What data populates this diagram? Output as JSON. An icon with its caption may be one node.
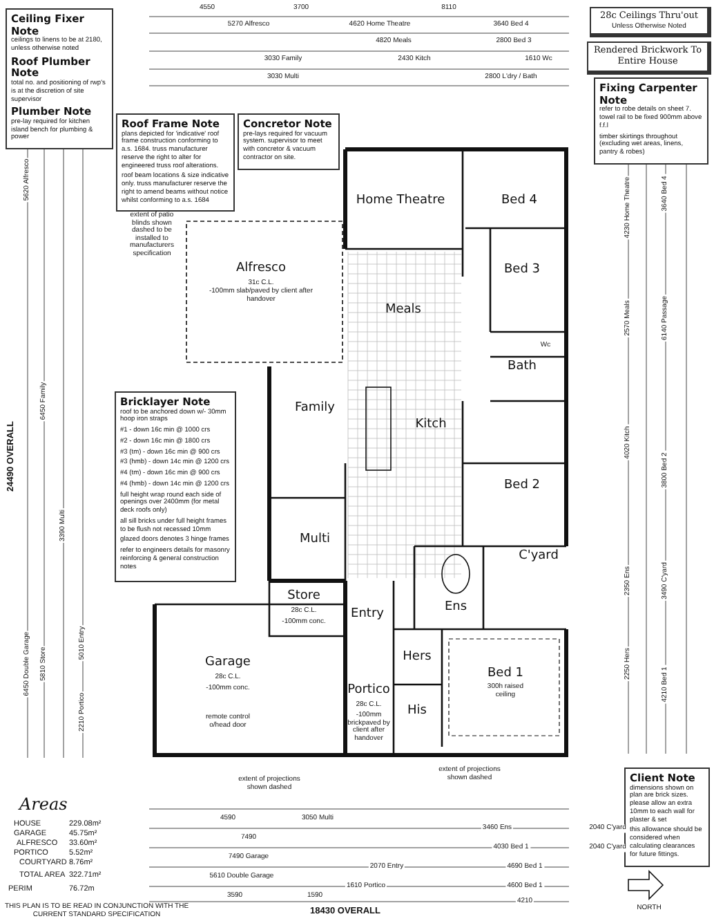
{
  "diagram": {
    "nodes": [
      {
        "text": [
          "Ceiling Fixer Note",
          "ceilings to linens to be at 2180, unless otherwise noted",
          "Roof Plumber Note",
          "total no. and positioning of rwp's is at the discretion of site supervisor",
          "Plumber Note",
          "pre-lay required for kitchen island bench for plumbing & power"
        ]
      },
      {
        "text": [
          "Roof Frame Note",
          "plans depicted for 'indicative' roof frame construction conforming to a.s. 1684. truss manufacturer reserve the right to alter for engineered truss roof alterations.",
          "roof beam locations & size indicative only. truss manufacturer reserve the right to amend beams without notice whilst conforming to a.s. 1684"
        ]
      },
      {
        "text": [
          "Concretor Note",
          "pre-lays required for vacuum system. supervisor to meet with concretor & vacuum contractor on site."
        ]
      },
      {
        "text": [
          "28c Ceilings Thru'out",
          "Unless Otherwise Noted"
        ]
      },
      {
        "text": [
          "Rendered Brickwork To Entire House"
        ]
      },
      {
        "text": [
          "Fixing Carpenter Note",
          "refer to robe details on sheet 7. towel rail to be fixed 900mm above f.f.l",
          "timber skirtings throughout (excluding wet areas, linens, pantry & robes)"
        ]
      },
      {
        "text": [
          "Bricklayer Note",
          "roof to be anchored down w/- 30mm hoop iron straps",
          "#1 - down 16c min @ 1000 crs",
          "#2 - down 16c min @ 1800 crs",
          "#3 (tm) - down 16c min @ 900 crs",
          "#3 (hmb) - down 14c min @ 1200 crs",
          "#4 (tm) - down 16c min @ 900 crs",
          "#4 (hmb) - down 14c min @ 1200 crs",
          "full height wrap round each side of openings over 2400mm (for metal deck roofs only)",
          "all sill bricks under full height frames to be flush not recessed 10mm",
          "glazed doors denotes 3 hinge frames",
          "refer to engineers details for masonry reinforcing & general construction notes"
        ]
      },
      {
        "text": [
          "Client Note",
          "dimensions shown on plan are brick sizes. please allow an extra 10mm to each wall for plaster & set",
          "this allowance should be considered when calculating clearances for future fittings."
        ]
      }
    ],
    "labels": [
      "4550",
      "3700",
      "8110",
      "5270 Alfresco",
      "4620 Home Theatre",
      "3640 Bed 4",
      "4820 Meals",
      "2800 Bed 3",
      "3030 Family",
      "2430 Kitch",
      "1610 Wc",
      "3030 Multi",
      "2800 L'dry / Bath",
      "18430 OVERALL",
      "24490 OVERALL",
      "Alfresco",
      "31c C.L.",
      "-100mm slab/paved by client after handover",
      "Home Theatre",
      "Bed 4",
      "Bed 3",
      "Meals",
      "Family",
      "Multi",
      "Kitch",
      "Bath",
      "Wc",
      "Bed 2",
      "C'yard",
      "Ens",
      "Store",
      "28c C.L.",
      "-100mm conc.",
      "Garage",
      "28c C.L.",
      "-100mm conc.",
      "remote control o/head door",
      "Entry",
      "Hers",
      "His",
      "Portico",
      "28c C.L.",
      "-100mm brickpaved by client after handover",
      "Bed 1",
      "300h raised ceiling",
      "extent of patio blinds shown dashed to be installed to manufacturers specification",
      "extent of projections shown dashed",
      "extent of projections shown dashed",
      "4590",
      "3050 Multi",
      "7490",
      "7490 Garage",
      "5610 Double Garage",
      "3590",
      "1590",
      "3460 Ens",
      "2040 C'yard",
      "4030 Bed 1",
      "2040 C'yard",
      "2070 Entry",
      "4690 Bed 1",
      "1610 Portico",
      "4600 Bed 1",
      "4210",
      "4230 Home Theatre",
      "3640 Bed 4",
      "2570 Meals",
      "6140 Passage",
      "4020 Kitch",
      "3800 Bed 2",
      "2350 Ens",
      "3490 C'yard",
      "2250 Hers",
      "4210 Bed 1",
      "5620 Alfresco",
      "6450 Family",
      "3390 Multi",
      "6450 Double Garage",
      "5810 Store",
      "5010 Entry",
      "2210 Portico",
      "Areas",
      "HOUSE",
      "229.08m²",
      "GARAGE",
      "45.75m²",
      "ALFRESCO",
      "33.60m²",
      "PORTICO",
      "5.52m²",
      "COURTYARD",
      "8.76m²",
      "TOTAL AREA",
      "322.71m²",
      "PERIM",
      "76.72m",
      "THIS PLAN IS TO BE READ IN CONJUNCTION WITH THE CURRENT STANDARD SPECIFICATION",
      "NORTH"
    ]
  }
}
